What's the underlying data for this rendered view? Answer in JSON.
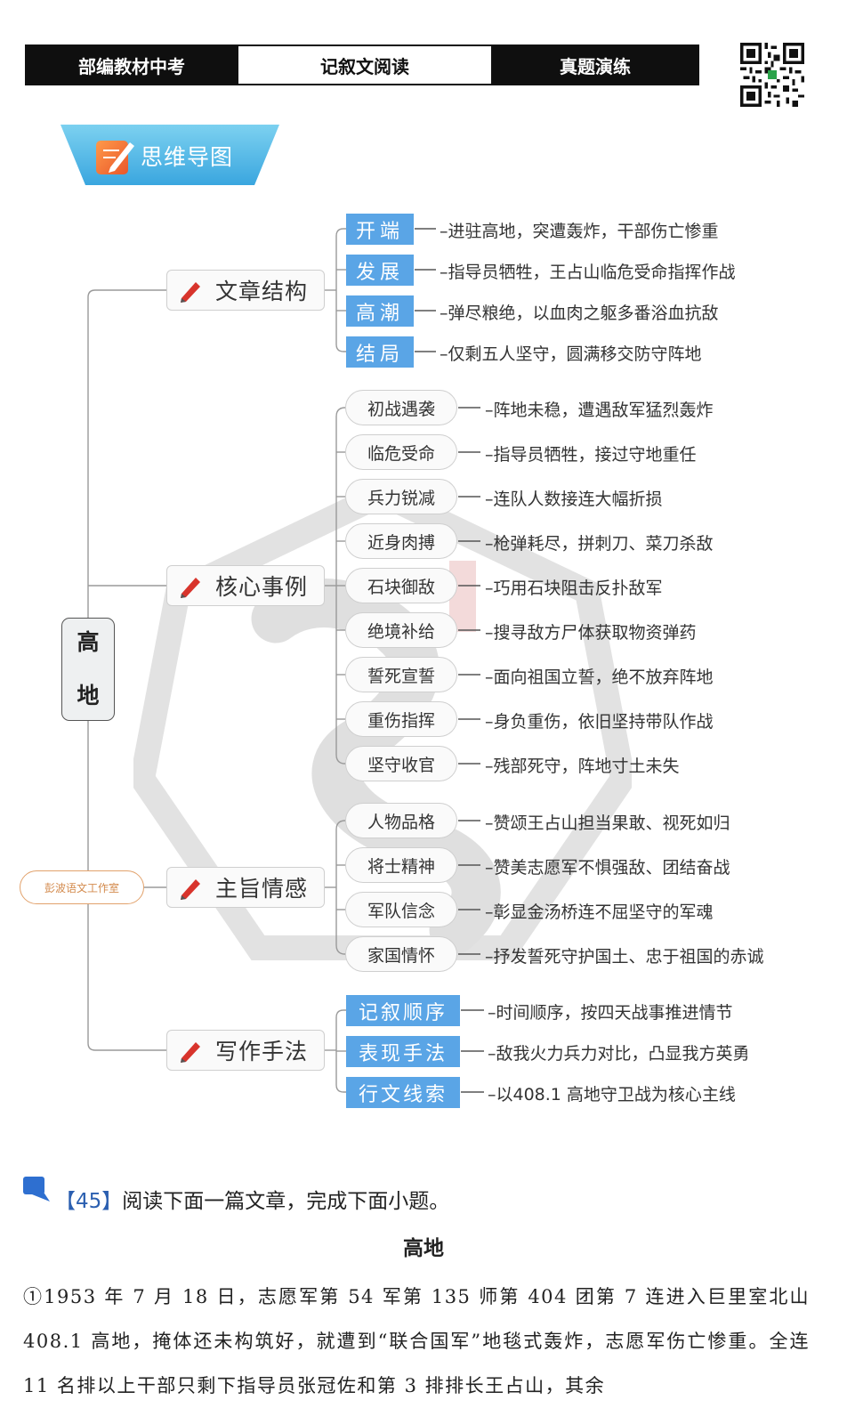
{
  "header": {
    "tab1": "部编教材中考",
    "tab2": "记叙文阅读",
    "tab3": "真题演练"
  },
  "banner": {
    "title": "思维导图"
  },
  "mindmap": {
    "root": [
      "高",
      "地"
    ],
    "studio": "彭波语文工作室",
    "cats": [
      "文章结构",
      "核心事例",
      "主旨情感",
      "写作手法"
    ],
    "structure": [
      {
        "k": "开端",
        "v": "–进驻高地，突遭轰炸，干部伤亡惨重"
      },
      {
        "k": "发展",
        "v": "–指导员牺牲，王占山临危受命指挥作战"
      },
      {
        "k": "高潮",
        "v": "–弹尽粮绝，以血肉之躯多番浴血抗敌"
      },
      {
        "k": "结局",
        "v": "–仅剩五人坚守，圆满移交防守阵地"
      }
    ],
    "events": [
      {
        "k": "初战遇袭",
        "v": "–阵地未稳，遭遇敌军猛烈轰炸"
      },
      {
        "k": "临危受命",
        "v": "–指导员牺牲，接过守地重任"
      },
      {
        "k": "兵力锐减",
        "v": "–连队人数接连大幅折损"
      },
      {
        "k": "近身肉搏",
        "v": "–枪弹耗尽，拼刺刀、菜刀杀敌"
      },
      {
        "k": "石块御敌",
        "v": "–巧用石块阻击反扑敌军"
      },
      {
        "k": "绝境补给",
        "v": "–搜寻敌方尸体获取物资弹药"
      },
      {
        "k": "誓死宣誓",
        "v": "–面向祖国立誓，绝不放弃阵地"
      },
      {
        "k": "重伤指挥",
        "v": "–身负重伤，依旧坚持带队作战"
      },
      {
        "k": "坚守收官",
        "v": "–残部死守，阵地寸土未失"
      }
    ],
    "themes": [
      {
        "k": "人物品格",
        "v": "–赞颂王占山担当果敢、视死如归"
      },
      {
        "k": "将士精神",
        "v": "–赞美志愿军不惧强敌、团结奋战"
      },
      {
        "k": "军队信念",
        "v": "–彰显金汤桥连不屈坚守的军魂"
      },
      {
        "k": "家国情怀",
        "v": "–抒发誓死守护国土、忠于祖国的赤诚"
      }
    ],
    "methods": [
      {
        "k": "记叙顺序",
        "v": "–时间顺序，按四天战事推进情节"
      },
      {
        "k": "表现手法",
        "v": "–敌我火力兵力对比，凸显我方英勇"
      },
      {
        "k": "行文线索",
        "v": "–以408.1 高地守卫战为核心主线"
      }
    ]
  },
  "question": {
    "num": "【45】",
    "text": "阅读下面一篇文章，完成下面小题。"
  },
  "article": {
    "title": "高地",
    "para1": "①1953 年 7 月 18 日，志愿军第 54 军第 135 师第 404 团第 7 连进入巨里室北山 408.1 高地，掩体还未构筑好，就遭到“联合国军”地毯式轰炸，志愿军伤亡惨重。全连 11 名排以上干部只剩下指导员张冠佐和第 3 排排长王占山，其余"
  },
  "colors": {
    "accent_blue": "#5aa5e6",
    "studio_orange": "#e2a26c",
    "pencil_red": "#d8342c"
  }
}
